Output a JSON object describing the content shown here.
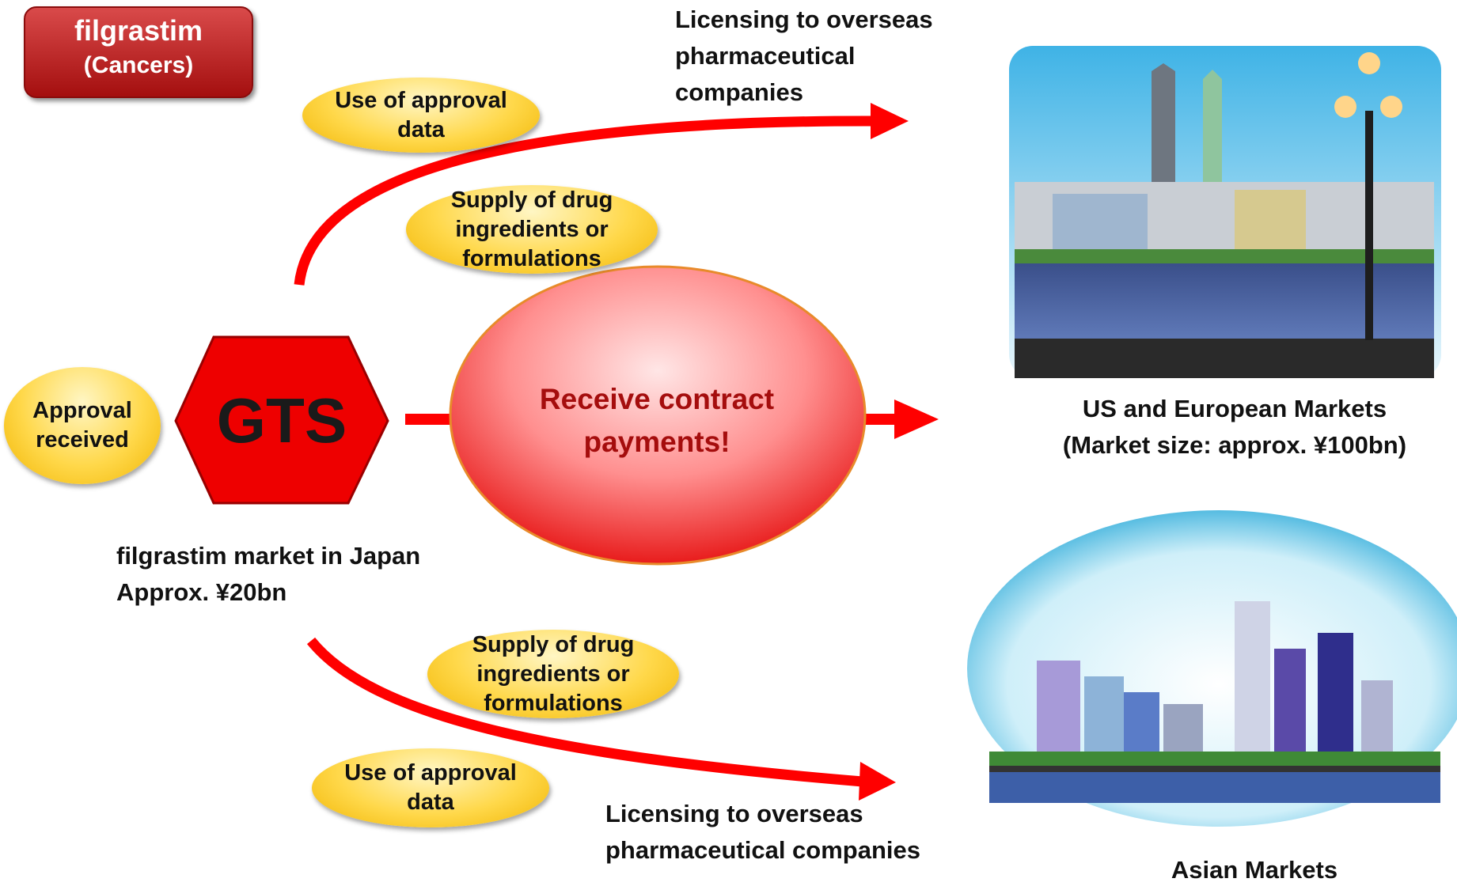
{
  "title": {
    "name": "filgrastim",
    "subtitle": "(Cancers)"
  },
  "hexagon": {
    "label": "GTS"
  },
  "approval_oval": {
    "text": "Approval\nreceived"
  },
  "center": {
    "text": "Receive contract\npayments!"
  },
  "japan_market": {
    "line1": "filgrastim market in Japan",
    "line2": "Approx. ¥20bn"
  },
  "top_branch": {
    "oval1": "Use of approval\ndata",
    "oval2": "Supply of drug\ningredients or\nformulations",
    "label": "Licensing to overseas\npharmaceutical\ncompanies"
  },
  "bottom_branch": {
    "oval1": "Supply of drug\ningredients or\nformulations",
    "oval2": "Use of approval\ndata",
    "label": "Licensing to overseas\npharmaceutical companies"
  },
  "us_eu_market": {
    "line1": "US and European Markets",
    "line2": "(Market size: approx. ¥100bn)"
  },
  "asian_market": {
    "label": "Asian Markets"
  },
  "colors": {
    "arrow": "#ff0000",
    "hexagon": "#ee0000",
    "oval": "#ffd84a",
    "center_text": "#a50d0d"
  }
}
